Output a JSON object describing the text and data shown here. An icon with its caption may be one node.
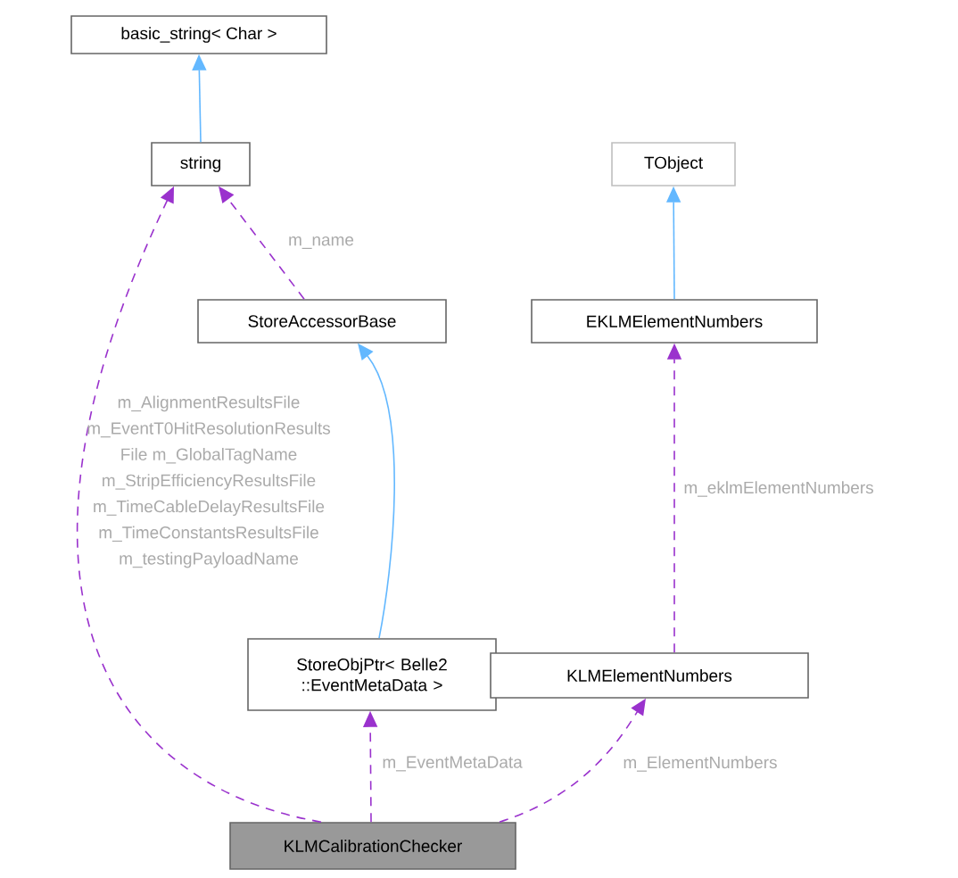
{
  "diagram": {
    "nodes": [
      {
        "text": [
          "basic_string< Char >"
        ]
      },
      {
        "text": [
          "string"
        ]
      },
      {
        "text": [
          "StoreAccessorBase"
        ]
      },
      {
        "text": [
          "TObject"
        ]
      },
      {
        "text": [
          "EKLMElementNumbers"
        ]
      },
      {
        "text": [
          "StoreObjPtr< Belle2 ::EventMetaData >"
        ]
      },
      {
        "text": [
          "KLMElementNumbers"
        ]
      },
      {
        "text": [
          "KLMCalibrationChecker"
        ]
      }
    ],
    "edges": [
      {
        "from": 1,
        "to": 0,
        "arrow": "to",
        "color": "#63b8ff"
      },
      {
        "from": 2,
        "to": 1,
        "arrow": "to",
        "style": "dashed",
        "label": "m_name"
      },
      {
        "from": 7,
        "to": 1,
        "arrow": "to",
        "style": "dashed",
        "label": "m_AlignmentResultsFile m_EventT0HitResolutionResults File m_GlobalTagName m_StripEfficiencyResultsFile m_TimeCableDelayResultsFile m_TimeConstantsResultsFile m_testingPayloadName"
      },
      {
        "from": 5,
        "to": 2,
        "arrow": "to",
        "color": "#63b8ff"
      },
      {
        "from": 4,
        "to": 3,
        "arrow": "to",
        "color": "#63b8ff"
      },
      {
        "from": 6,
        "to": 4,
        "arrow": "to",
        "style": "dashed",
        "label": "m_eklmElementNumbers"
      },
      {
        "from": 7,
        "to": 5,
        "arrow": "to",
        "style": "dashed",
        "label": "m_EventMetaData"
      },
      {
        "from": 7,
        "to": 6,
        "arrow": "to",
        "style": "dashed",
        "label": "m_ElementNumbers"
      }
    ]
  }
}
